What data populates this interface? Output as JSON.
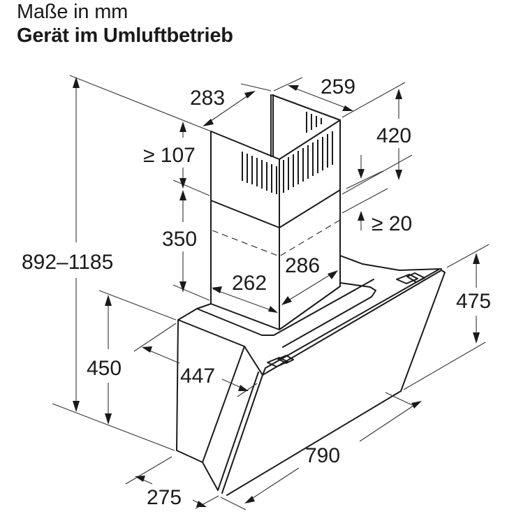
{
  "header": {
    "subtitle": "Maße in mm",
    "title": "Gerät im Umluftbetrieb"
  },
  "diagram": {
    "type": "technical-dimension-drawing",
    "subject": "wall-mounted angled cooker hood with telescopic chimney",
    "unit": "mm",
    "colors": {
      "lines": "#1a1a1a",
      "background": "#ffffff"
    },
    "dimensions": {
      "chimney_upper_depth": "283",
      "chimney_upper_width": "259",
      "chimney_upper_height": "420",
      "ceiling_gap": "≥ 107",
      "chimney_overlap": "≥ 20",
      "chimney_lower_height": "350",
      "chimney_lower_width": "262",
      "chimney_lower_depth": "286",
      "total_height": "892–1185",
      "body_height": "450",
      "body_depth": "447",
      "front_panel_height": "475",
      "width": "790",
      "bottom_depth": "275"
    }
  }
}
